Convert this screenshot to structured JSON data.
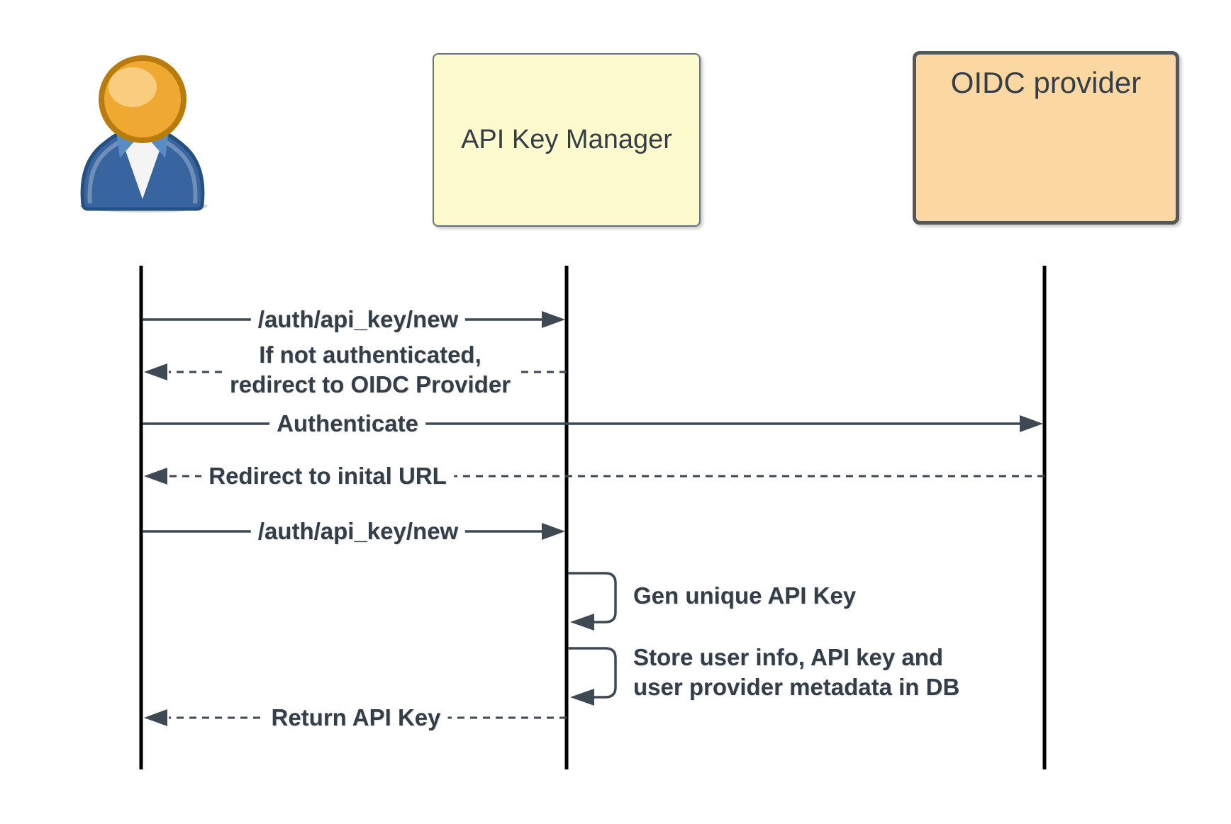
{
  "diagram": {
    "type": "sequence",
    "participants": [
      {
        "id": "user",
        "kind": "person-icon",
        "label": ""
      },
      {
        "id": "api_key_manager",
        "kind": "box",
        "label": "API Key Manager"
      },
      {
        "id": "oidc_provider",
        "kind": "box",
        "label": "OIDC provider"
      }
    ],
    "messages": [
      {
        "label": "/auth/api_key/new",
        "type": "solid",
        "from": "user",
        "to": "api_key_manager"
      },
      {
        "label": "If not authenticated,\nredirect to OIDC Provider",
        "type": "dashed",
        "from": "api_key_manager",
        "to": "user"
      },
      {
        "label": "Authenticate",
        "type": "solid",
        "from": "user",
        "to": "oidc_provider"
      },
      {
        "label": "Redirect to inital URL",
        "type": "dashed",
        "from": "oidc_provider",
        "to": "user"
      },
      {
        "label": "/auth/api_key/new",
        "type": "solid",
        "from": "user",
        "to": "api_key_manager"
      },
      {
        "label": "Gen unique API Key",
        "type": "self",
        "on": "api_key_manager"
      },
      {
        "label": "Store user info, API key and\nuser provider metadata in DB",
        "type": "self",
        "on": "api_key_manager"
      },
      {
        "label": "Return API Key",
        "type": "dashed",
        "from": "api_key_manager",
        "to": "user"
      }
    ],
    "colors": {
      "line": "#3e4953",
      "lifeline": "#000000",
      "text": "#343e49",
      "api_box_fill": "#fdfacd",
      "api_box_border": "#68717b",
      "oidc_box_fill": "#fbd7a2",
      "oidc_box_border": "#55585a",
      "person_head": "#efa932",
      "person_head_ring": "#b87c0d",
      "person_body": "#38649f",
      "person_body_dark": "#25507f"
    }
  }
}
